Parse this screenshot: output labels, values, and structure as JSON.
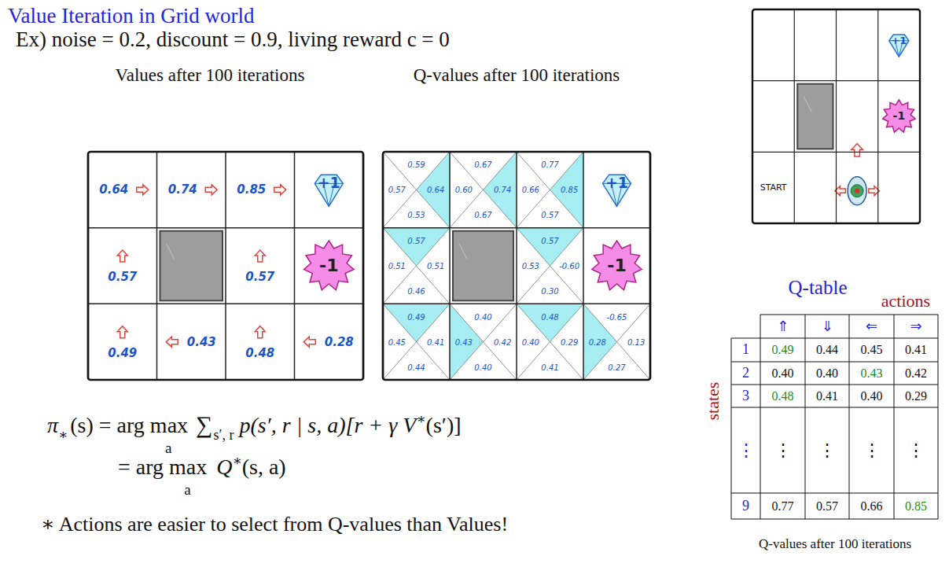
{
  "diagram": {
    "title": "Value Iteration in Grid world",
    "labels": [
      "Ex)  noise = 0.2, discount = 0.9, living reward c = 0",
      "Values after 100 iterations",
      "Q-values after 100 iterations",
      "0.64",
      "0.74",
      "0.85",
      "+1",
      "0.57",
      "0.57",
      "-1",
      "0.49",
      "0.43",
      "0.48",
      "0.28",
      "0.59",
      "0.57",
      "0.64",
      "0.53",
      "0.67",
      "0.60",
      "0.74",
      "0.67",
      "0.77",
      "0.66",
      "0.85",
      "0.57",
      "+1",
      "0.57",
      "0.51",
      "0.51",
      "0.46",
      "0.57",
      "0.53",
      "-0.60",
      "0.30",
      "-1",
      "0.49",
      "0.45",
      "0.41",
      "0.44",
      "0.40",
      "0.43",
      "0.42",
      "0.40",
      "0.48",
      "0.40",
      "0.29",
      "0.41",
      "-0.65",
      "0.28",
      "0.13",
      "0.27",
      "+1",
      "-1",
      "START",
      "Q-table",
      "actions",
      "states",
      "⇑",
      "⇓",
      "⇐",
      "⇒",
      "1",
      "0.49",
      "0.44",
      "0.45",
      "0.41",
      "2",
      "0.40",
      "0.40",
      "0.43",
      "0.42",
      "3",
      "0.48",
      "0.41",
      "0.40",
      "0.29",
      "⋮",
      "⋮",
      "⋮",
      "⋮",
      "⋮",
      "9",
      "0.77",
      "0.57",
      "0.66",
      "0.85",
      "Q-values after 100 iterations",
      "π",
      "∗",
      "(s) = arg max",
      "a",
      "∑",
      "s′, r",
      "p(s′, r | s, a)[r + γ V",
      "∗",
      "(s′)]",
      "= arg max",
      "a",
      "Q",
      "∗",
      "(s, a)",
      "∗ Actions are easier to select from Q-values than Values!"
    ]
  }
}
